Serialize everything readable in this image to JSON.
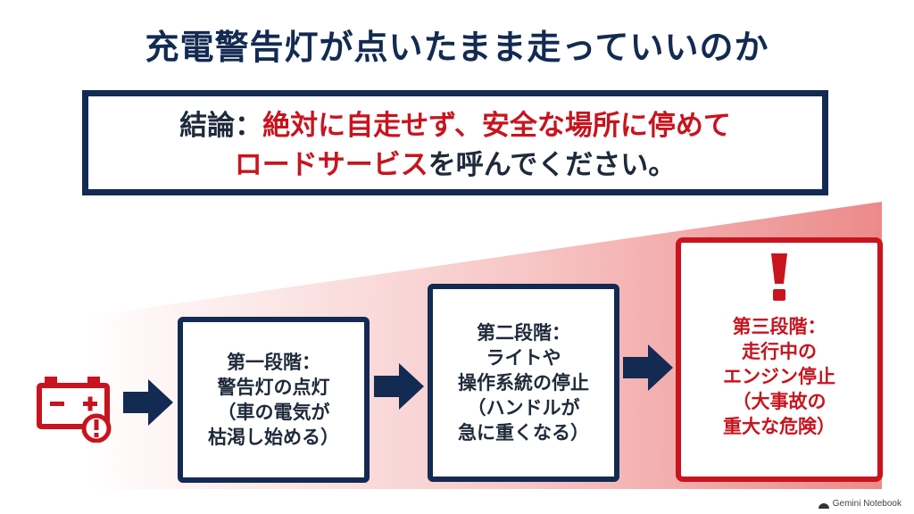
{
  "title": "充電警告灯が点いたまま走っていいのか",
  "conclusion": {
    "prefix": "結論：",
    "line1_red": "絶対に自走せず、安全な場所に停めて",
    "line2_red": "ロードサービス",
    "line2_rest": "を呼んでください。"
  },
  "steps": [
    {
      "lines": [
        "第一段階：",
        "警告灯の点灯",
        "（車の電気が",
        "枯渇し始める）"
      ]
    },
    {
      "lines": [
        "第二段階：",
        "ライトや",
        "操作系統の停止",
        "（ハンドルが",
        "急に重くなる）"
      ]
    },
    {
      "lines": [
        "第三段階：",
        "走行中の",
        "エンジン停止",
        "（大事故の",
        "重大な危険）"
      ]
    }
  ],
  "icons": {
    "battery": "car-battery-warning-icon",
    "exclamation": "exclamation-icon",
    "arrow": "right-arrow-icon"
  },
  "colors": {
    "navy": "#132a52",
    "red": "#c8141e"
  },
  "watermark": "Gemini Notebook"
}
